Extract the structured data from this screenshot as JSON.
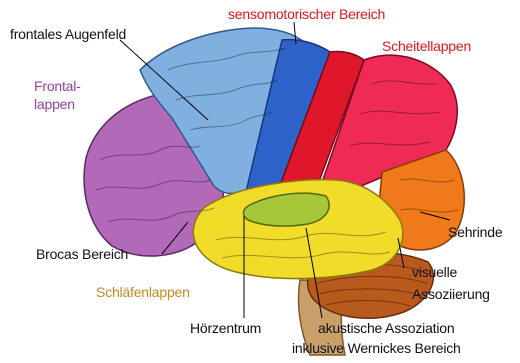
{
  "labels": {
    "frontales_augenfeld": "frontales Augenfeld",
    "sensomotorischer_bereich": "sensomotorischer Bereich",
    "scheitellappen": "Scheitellappen",
    "frontallappen_line1": "Frontal-",
    "frontallappen_line2": "lappen",
    "brocas_bereich": "Brocas Bereich",
    "sehrinde": "Sehrinde",
    "schlaefenlappen": "Schläfenlappen",
    "visuelle": "visuelle",
    "assoziierung": "Assoziierung",
    "hoerzentrum": "Hörzentrum",
    "akustische_assoziation": "akustische Assoziation",
    "inklusive_wernickes_bereich": "inklusive Wernickes Bereich"
  },
  "colors": {
    "label_default": "#111111",
    "label_red": "#e0161b",
    "label_purple": "#9a3fa0",
    "label_orange": "#c48a1f",
    "frontal_lobe": "#b26ab8",
    "eye_field": "#7fb0e0",
    "motor_strip": "#2d63c8",
    "sensory_strip": "#e0162a",
    "parietal_lobe": "#ef2a55",
    "temporal_lobe": "#f2dc2a",
    "auditory_area": "#a8c63a",
    "occipital_lobe": "#f07a1a",
    "cerebellum": "#b85a1e",
    "brainstem": "#c9a06a"
  }
}
